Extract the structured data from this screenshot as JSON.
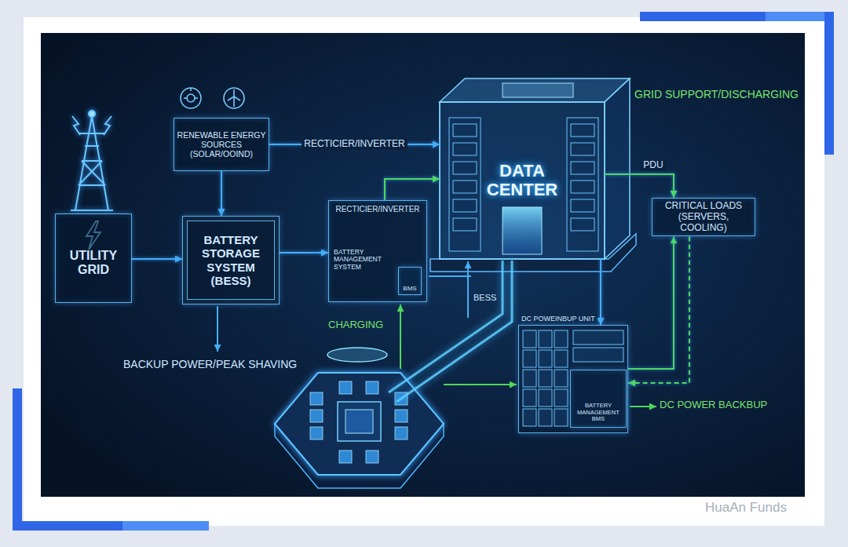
{
  "diagram": {
    "nodes": [
      {
        "text": [
          "UTILITY GRID"
        ]
      },
      {
        "text": [
          "RENEWABLE ENERGY SOURCES (SOLAR/OOIND)"
        ]
      },
      {
        "text": [
          "BATTERY STORAGE SYSTEM (BESS)"
        ]
      },
      {
        "text": [
          "RECTICIER/INVERTER",
          "BATTERY MANAGEMENT SYSTEM"
        ]
      },
      {
        "text": [
          "BMS"
        ],
        "in": 3
      },
      {
        "text": [
          "DATA CENTER"
        ]
      },
      {
        "text": [
          "CRITICAL LOADS (SERVERS, COOLING)"
        ]
      },
      {
        "text": [
          "DC POWEINBUP UNIT"
        ]
      },
      {
        "text": [
          "BATTERY MANAGEMENT BMS"
        ],
        "in": 7
      }
    ],
    "edges": [
      {
        "from": 0,
        "to": 2,
        "arrow": "to"
      },
      {
        "from": 1,
        "to": 2,
        "arrow": "to"
      },
      {
        "from": 2,
        "to": 3,
        "arrow": "to"
      },
      {
        "from": 1,
        "to": 5,
        "arrow": "to",
        "label": "RECTICIER/INVERTER"
      },
      {
        "from": 3,
        "to": 5,
        "arrow": "to"
      },
      {
        "from": 5,
        "to": 6,
        "arrow": "to",
        "label": "PDU"
      },
      {
        "from": 5,
        "to": 7,
        "arrow": "to"
      },
      {
        "from": 7,
        "to": 6,
        "arrow": "to"
      },
      {
        "from": 6,
        "to": 7,
        "arrow": "to"
      }
    ],
    "labels": [
      "GRID SUPPORT/DISCHARGING",
      "BESS",
      "CHARGING",
      "BACKUP POWER/PEAK SHAVING",
      "DC POWER BACKBUP",
      "HuaAn Funds"
    ]
  }
}
